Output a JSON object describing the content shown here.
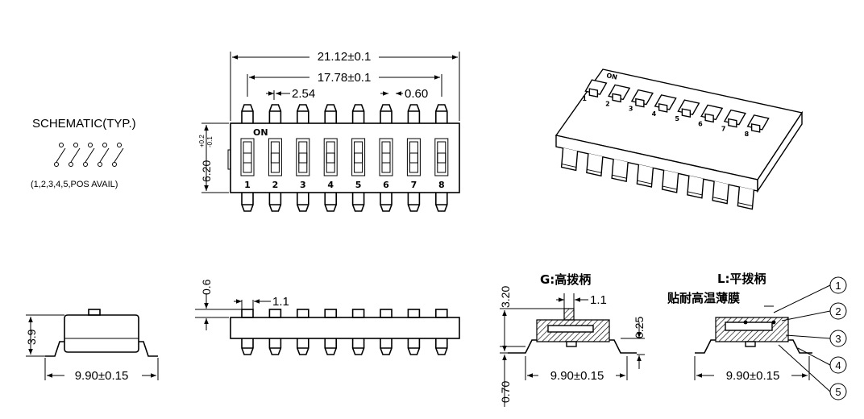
{
  "schematic": {
    "title": "SCHEMATIC(TYP.)",
    "note": "(1,2,3,4,5,POS AVAIL)"
  },
  "top_view": {
    "on_label": "ON",
    "pin_numbers": [
      "1",
      "2",
      "3",
      "4",
      "5",
      "6",
      "7",
      "8"
    ],
    "dim_overall": "21.12±0.1",
    "dim_pitch_span": "17.78±0.1",
    "dim_pitch": "2.54",
    "dim_lead_width": "0.60",
    "dim_body_height": "6.20",
    "dim_tolerance_plus": "+0.2",
    "dim_tolerance_minus": "-0.1"
  },
  "iso_view": {
    "on_label": "ON",
    "numbers": [
      "1",
      "2",
      "3",
      "4",
      "5",
      "6",
      "7",
      "8"
    ]
  },
  "end_view": {
    "dim_height": "3.9",
    "dim_width": "9.90±0.15"
  },
  "side_view": {
    "dim_actuator_height": "0.6",
    "dim_actuator_width": "1.1"
  },
  "section_g": {
    "title": "G:高拨柄",
    "dim_height": "3.20",
    "dim_width": "1.1",
    "dim_lead_thickness": "0.25",
    "dim_standoff": "0.70",
    "dim_span": "9.90±0.15"
  },
  "section_l": {
    "title": "L:平拨柄",
    "film_label": "贴耐高温薄膜",
    "dim_span": "9.90±0.15",
    "callouts": [
      "1",
      "2",
      "3",
      "4",
      "5"
    ]
  }
}
